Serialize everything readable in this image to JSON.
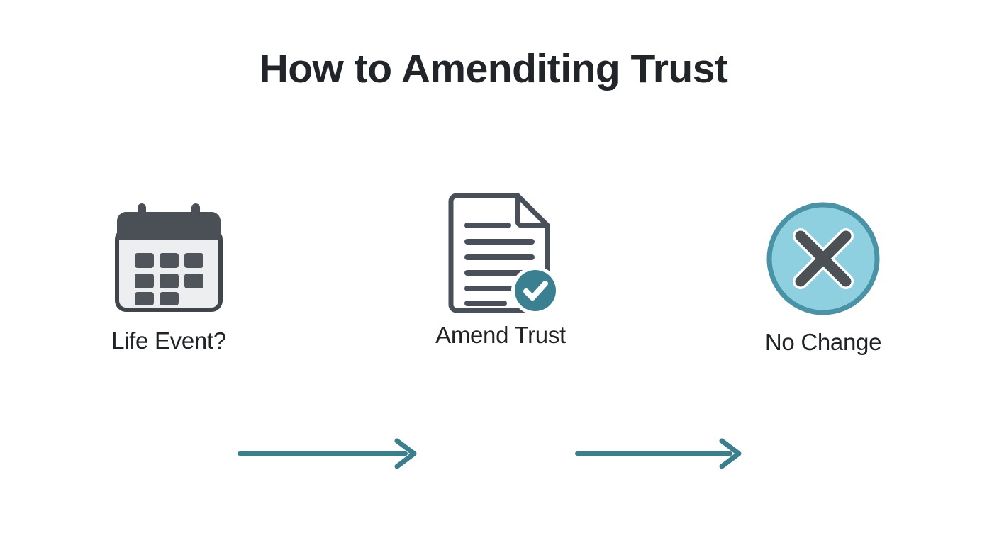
{
  "page": {
    "title": "How to Amenditing Trust",
    "background_color": "#ffffff",
    "title_color": "#212529"
  },
  "theme": {
    "accent_teal": "#3b7f8c",
    "badge_teal": "#3a8090",
    "circle_fill": "#8ecfe0",
    "circle_ring": "#4a93a6",
    "icon_dark": "#4a505a",
    "calendar_header": "#4a5056",
    "calendar_body": "#edeef0",
    "calendar_cell": "#4f555b",
    "label_color": "#1f2326"
  },
  "flow": {
    "nodes": [
      {
        "id": "life-event",
        "label": "Life Event?",
        "icon": "calendar-icon",
        "calendar": {
          "tabs": 2,
          "rows": [
            3,
            3,
            2
          ]
        }
      },
      {
        "id": "amend-trust",
        "label": "Amend Trust",
        "icon": "document-check-icon",
        "document": {
          "folded_corner": true,
          "text_lines": 6,
          "badge": "check-badge"
        }
      },
      {
        "id": "no-change",
        "label": "No Change",
        "icon": "circle-x-icon"
      }
    ],
    "connectors": [
      {
        "id": "arrow-1",
        "from": "life-event",
        "to": "amend-trust",
        "style": "solid-arrow-right"
      },
      {
        "id": "arrow-2",
        "from": "amend-trust",
        "to": "no-change",
        "style": "solid-arrow-right"
      }
    ]
  }
}
